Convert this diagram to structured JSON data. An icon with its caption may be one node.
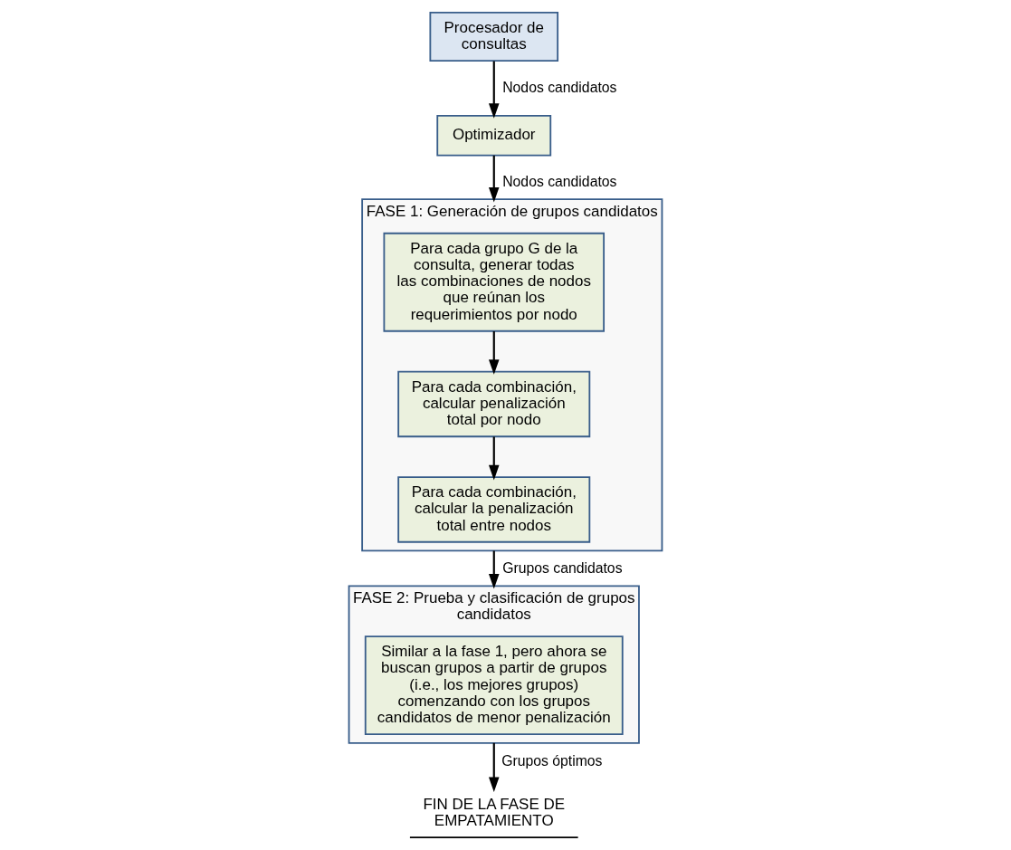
{
  "diagram": {
    "nodes": [
      {
        "text": [
          "Procesador de consultas"
        ]
      },
      {
        "text": [
          "Optimizador"
        ]
      },
      {
        "text": [
          "FASE 1: Generación de grupos candidatos"
        ]
      },
      {
        "text": [
          "Para cada grupo G de la consulta, generar todas las combinaciones de nodos que reúnan los requerimientos por nodo"
        ],
        "in": 2
      },
      {
        "text": [
          "Para cada combinación, calcular penalización total por nodo"
        ],
        "in": 2
      },
      {
        "text": [
          "Para cada combinación, calcular la penalización total entre nodos"
        ],
        "in": 2
      },
      {
        "text": [
          "FASE 2: Prueba y clasificación de grupos candidatos"
        ]
      },
      {
        "text": [
          "Similar a la fase 1, pero ahora se buscan grupos a partir de grupos (i.e., los mejores grupos) comenzando con los grupos candidatos de menor penalización"
        ],
        "in": 6
      },
      {
        "text": [
          "FIN DE LA FASE DE EMPATAMIENTO"
        ]
      }
    ],
    "edges": [
      {
        "from": 0,
        "to": 1,
        "arrow": "to",
        "label": "Nodos candidatos"
      },
      {
        "from": 1,
        "to": 2,
        "arrow": "to",
        "label": "Nodos candidatos"
      },
      {
        "from": 3,
        "to": 4,
        "arrow": "to"
      },
      {
        "from": 4,
        "to": 5,
        "arrow": "to"
      },
      {
        "from": 2,
        "to": 6,
        "arrow": "to",
        "label": "Grupos candidatos"
      },
      {
        "from": 6,
        "to": 8,
        "arrow": "to",
        "label": "Grupos óptimos"
      }
    ]
  }
}
